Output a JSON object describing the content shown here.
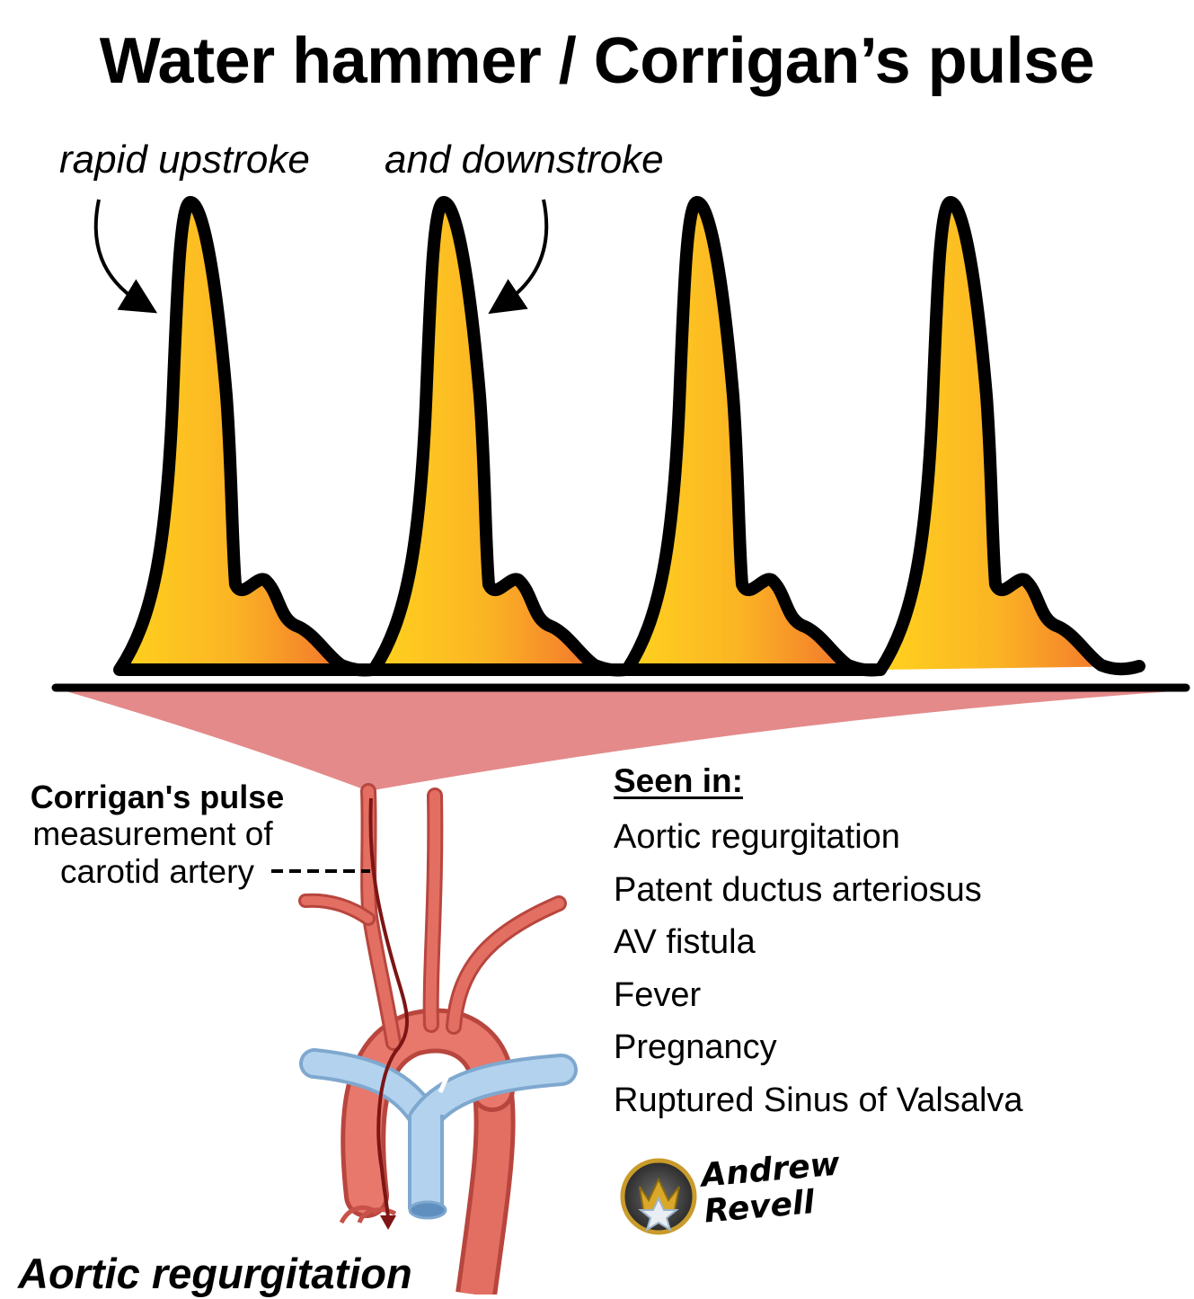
{
  "title": "Water hammer / Corrigan’s pulse",
  "annotations": {
    "upstroke": "rapid upstroke",
    "downstroke": "and downstroke"
  },
  "measurement_label": {
    "bold": "Corrigan's pulse",
    "line2": "measurement of",
    "line3": "carotid artery"
  },
  "seen_in": {
    "heading": "Seen in:",
    "items": [
      "Aortic regurgitation",
      "Patent ductus arteriosus",
      "AV fistula",
      "Fever",
      "Pregnancy",
      "Ruptured Sinus of Valsalva"
    ]
  },
  "bottom_title": "Aortic regurgitation",
  "signature": {
    "line1": "Andrew",
    "line2": "Revell"
  },
  "colors": {
    "wave_fill_start": "#ffd21e",
    "wave_fill_end": "#f0642f",
    "wave_stroke": "#000000",
    "zoom_wedge": "#e48a8a",
    "artery": "#e26b5f",
    "artery_dark": "#a93a33",
    "vein": "#a9cbe8",
    "flow_arrow": "#7d1514",
    "logo_gold": "#d9a828"
  },
  "icons": {
    "logo": "crown-star-logo-icon",
    "heart": "aortic-arch-illustration-icon"
  }
}
